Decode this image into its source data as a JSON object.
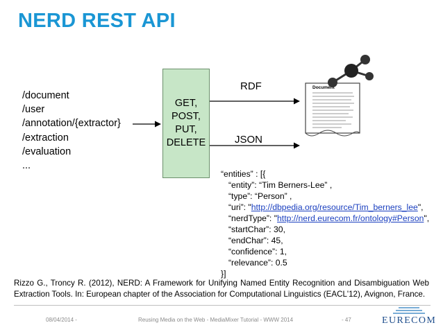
{
  "slide": {
    "title": "NERD REST API",
    "endpoints": [
      "/document",
      "/user",
      "/annotation/{extractor}",
      "/extraction",
      "/evaluation",
      "..."
    ],
    "methods": [
      "GET,",
      "POST,",
      "PUT,",
      "DELETE"
    ],
    "outputs": {
      "rdf_label": "RDF",
      "json_label": "JSON"
    },
    "document_icon": {
      "heading": "Document",
      "icon": "document-network-icon"
    },
    "json_example": {
      "open": "“entities” : [{",
      "entity": "“entity”: “Tim Berners-Lee” ,",
      "type": "“type”: “Person” ,",
      "uri_prefix": "“uri”: \"",
      "uri_link": "http://dbpedia.org/resource/Tim_berners_lee",
      "uri_suffix": "\",",
      "nerdtype_prefix": "“nerdType”: \"",
      "nerdtype_link": "http://nerd.eurecom.fr/ontology#Person",
      "nerdtype_suffix": "\",",
      "startchar": "“startChar”: 30,",
      "endchar": "“endChar”: 45,",
      "confidence": "“confidence”: 1,",
      "relevance": "“relevance”: 0.5",
      "close": "}]"
    },
    "citation": "Rizzo G., Troncy R. (2012), NERD: A Framework for Unifying Named Entity Recognition and Disambiguation Web Extraction Tools. In: European chapter of the Association for Computational Linguistics (EACL'12), Avignon, France."
  },
  "footer": {
    "date": "08/04/2014 -",
    "center": "Reusing Media on the Web - MediaMixer Tutorial - WWW 2014",
    "page": "- 47",
    "logo": "EURECOM"
  },
  "colors": {
    "title": "#1a96d4",
    "box_fill": "#c7e6c7",
    "link": "#1a3fbf",
    "logo": "#1f4e8c"
  }
}
